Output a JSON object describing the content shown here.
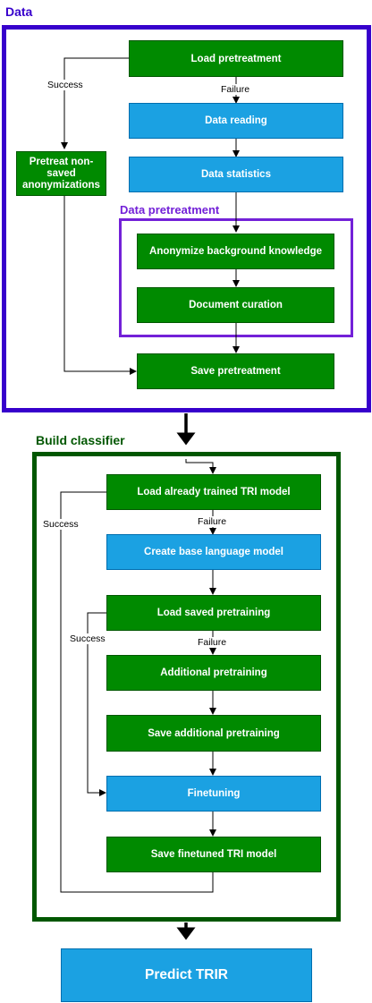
{
  "groups": {
    "data": {
      "title": "Data",
      "color": "#3700cc"
    },
    "data_pretreatment": {
      "title": "Data pretreatment",
      "color": "#7321d8"
    },
    "build_classifier": {
      "title": "Build classifier",
      "color": "#005700"
    }
  },
  "nodes": {
    "load_pretreatment": "Load pretreatment",
    "data_reading": "Data reading",
    "data_statistics": "Data statistics",
    "pretreat_non_saved": "Pretreat non-saved anonymizations",
    "anonymize_background": "Anonymize background knowledge",
    "document_curation": "Document curation",
    "save_pretreatment": "Save pretreatment",
    "load_trained_tri": "Load already trained TRI model",
    "create_base_lm": "Create base language model",
    "load_saved_pretraining": "Load saved pretraining",
    "additional_pretraining": "Additional pretraining",
    "save_additional_pretraining": "Save additional pretraining",
    "finetuning": "Finetuning",
    "save_finetuned_tri": "Save finetuned TRI model",
    "predict_trir": "Predict TRIR"
  },
  "edge_labels": {
    "success_1": "Success",
    "failure_1": "Failure",
    "success_2": "Success",
    "failure_2": "Failure",
    "success_3": "Success",
    "failure_3": "Failure"
  },
  "colors": {
    "process_green": "#008a00",
    "process_blue": "#1ba1e2"
  }
}
